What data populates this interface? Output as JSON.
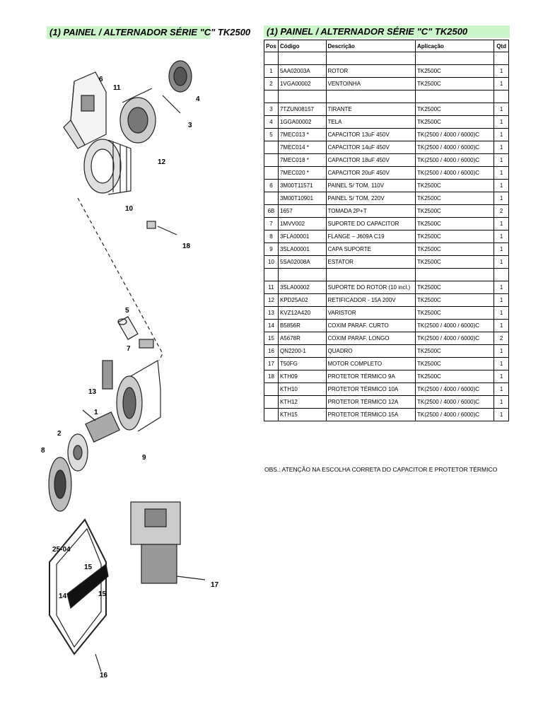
{
  "left_title": "(1)  PAINEL / ALTERNADOR SÉRIE \"C\" TK2500",
  "right_title": "(1) PAINEL / ALTERNADOR SÉRIE \"C\" TK2500",
  "table": {
    "headers": [
      "Pos",
      "Código",
      "Descrição",
      "Aplicação",
      "Qtd"
    ],
    "rows": [
      [
        "",
        "",
        "",
        "",
        ""
      ],
      [
        "1",
        "5AA02003A",
        "ROTOR",
        "TK2500C",
        "1"
      ],
      [
        "2",
        "1VGA00002",
        "VENTOINHA",
        "TK2500C",
        "1"
      ],
      [
        "",
        "",
        "",
        "",
        ""
      ],
      [
        "3",
        "7TZUN08157",
        "TIRANTE",
        "TK2500C",
        "1"
      ],
      [
        "4",
        "1GGA00002",
        "TELA",
        "TK2500C",
        "1"
      ],
      [
        "5",
        "7MEC013  *",
        "CAPACITOR 13uF 450V",
        "TK(2500 / 4000 / 6000)C",
        "1"
      ],
      [
        "",
        "7MEC014  *",
        "CAPACITOR 14uF 450V",
        "TK(2500 / 4000 / 6000)C",
        "1"
      ],
      [
        "",
        "7MEC018  *",
        "CAPACITOR 18uF 450V",
        "TK(2500 / 4000 / 6000)C",
        "1"
      ],
      [
        "",
        "7MEC020  *",
        "CAPACITOR 20uF 450V",
        "TK(2500 / 4000 / 6000)C",
        "1"
      ],
      [
        "6",
        "3M00T11571",
        "PAINEL  S/ TOM. 110V",
        "TK2500C",
        "1"
      ],
      [
        "",
        "3M00T10901",
        "PAINEL  S/ TOM. 220V",
        "TK2500C",
        "1"
      ],
      [
        "6B",
        "1657",
        "TOMADA 2P+T",
        "TK2500C",
        "2"
      ],
      [
        "7",
        "1MVV002",
        "SUPORTE DO CAPACITOR",
        "TK2500C",
        "1"
      ],
      [
        "8",
        "3FLA00001",
        "FLANGE – J609A C19",
        "TK2500C",
        "1"
      ],
      [
        "9",
        "3SLA00001",
        "CAPA SUPORTE",
        "TK2500C",
        "1"
      ],
      [
        "10",
        "5SA02008A",
        "ESTATOR",
        "TK2500C",
        "1"
      ],
      [
        "",
        "",
        "",
        "",
        ""
      ],
      [
        "11",
        "3SLA00002",
        "SUPORTE DO ROTOR (10 incl.)",
        "TK2500C",
        "1"
      ],
      [
        "12",
        "KPD25A02",
        "RETIFICADOR - 15A 200V",
        "TK2500C",
        "1"
      ],
      [
        "13",
        "KVZ12A420",
        "VARISTOR",
        "TK2500C",
        "1"
      ],
      [
        "14",
        "B5856R",
        "COXIM PARAF. CURTO",
        "TK(2500 / 4000 / 6000)C",
        "1"
      ],
      [
        "15",
        "A5678R",
        "COXIM PARAF. LONGO",
        "TK(2500 / 4000 / 6000)C",
        "2"
      ],
      [
        "16",
        "QN2200-1",
        "QUADRO",
        "TK2500C",
        "1"
      ],
      [
        "17",
        "T50FG",
        "MOTOR COMPLETO",
        "TK2500C",
        "1"
      ],
      [
        "18",
        "KTH09",
        "PROTETOR TÉRMICO 9A",
        "TK2500C",
        "1"
      ],
      [
        "",
        "KTH10",
        "PROTETOR TÉRMICO 10A",
        "TK(2500 / 4000 / 6000)C",
        "1"
      ],
      [
        "",
        "KTH12",
        "PROTETOR TÉRMICO 12A",
        "TK(2500 / 4000 / 6000)C",
        "1"
      ],
      [
        "",
        "KTH15",
        "PROTETOR TÉRMICO 15A",
        "TK(2500 / 4000 / 6000)C",
        "1"
      ]
    ]
  },
  "obs": "OBS.: ATENÇÃO NA ESCOLHA CORRETA DO CAPACITOR  E PROTETOR TÉRMICO",
  "callouts": [
    "6",
    "11",
    "4",
    "3",
    "12",
    "10",
    "18",
    "5",
    "7",
    "13",
    "1",
    "2",
    "9",
    "8",
    "17",
    "25-04",
    "15",
    "14",
    "15",
    "16"
  ]
}
